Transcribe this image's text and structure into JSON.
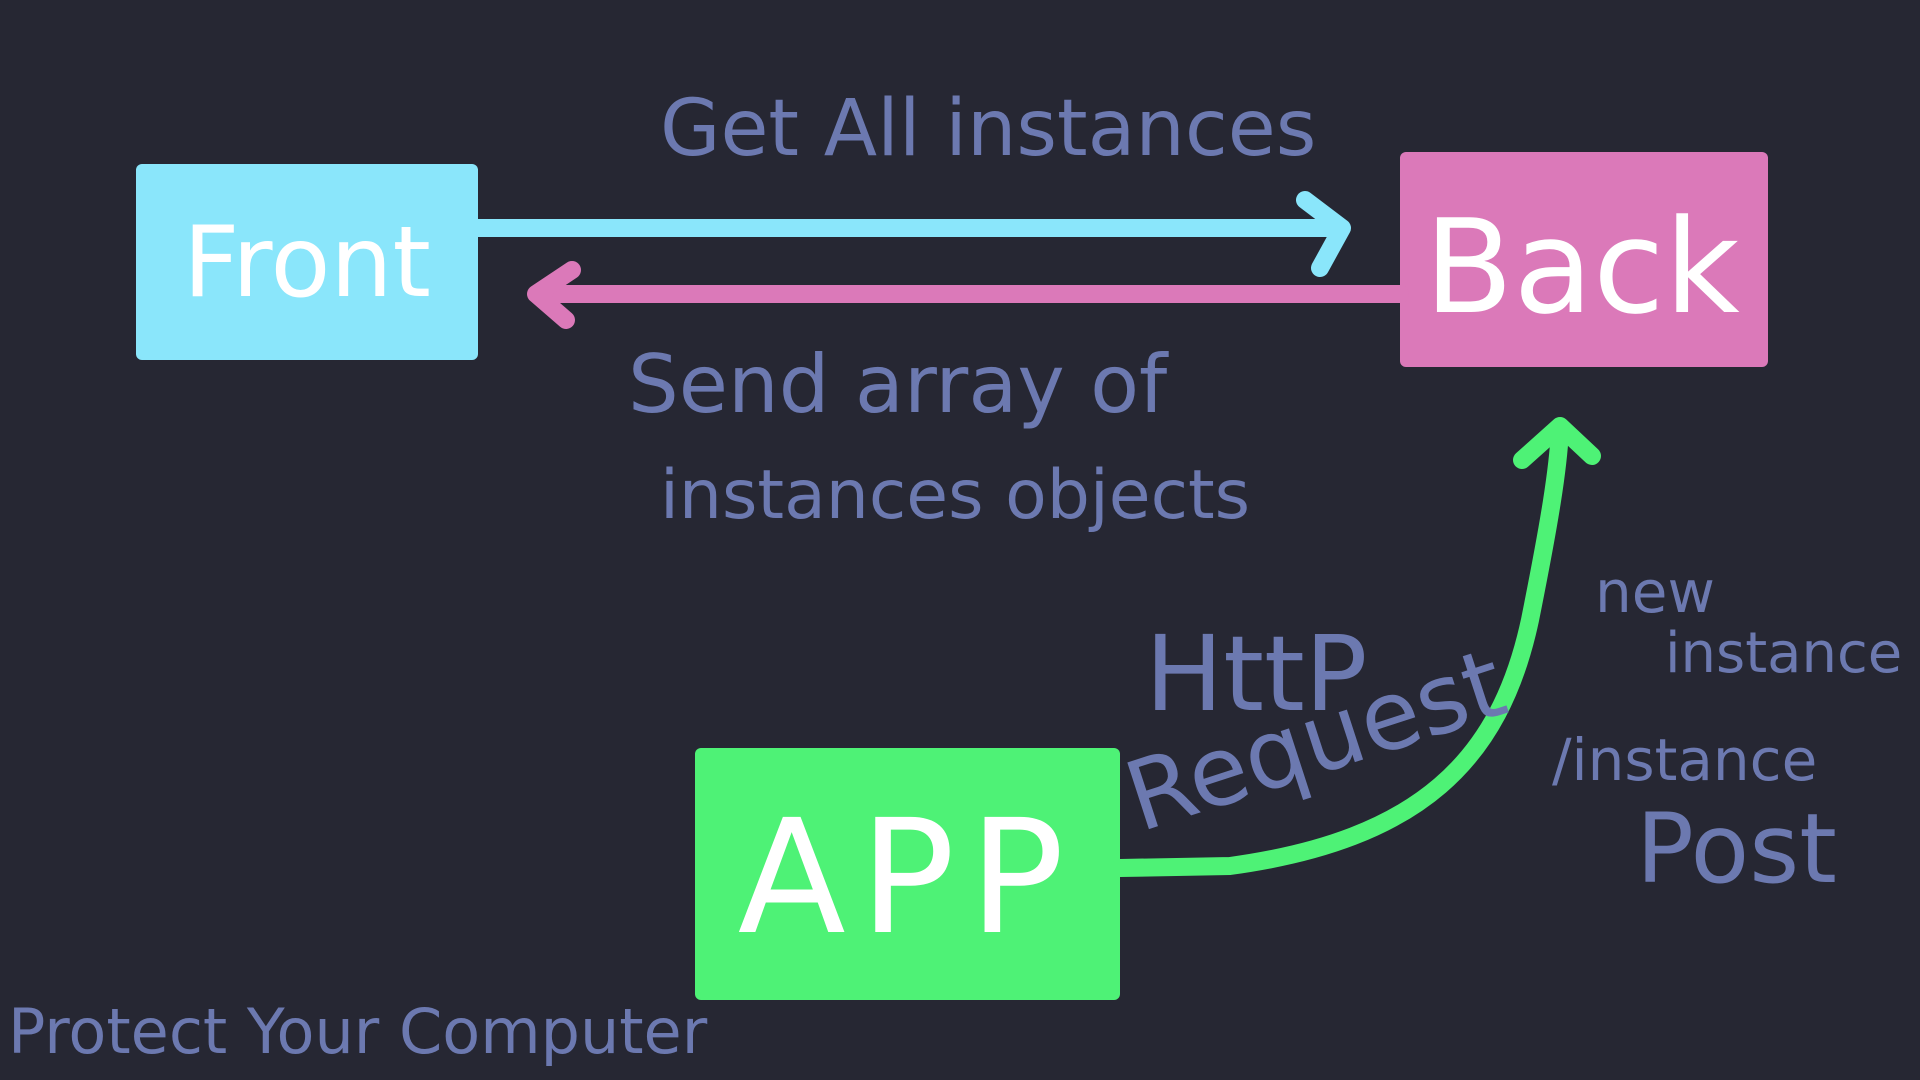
{
  "colors": {
    "background": "#262733",
    "front": "#8ae6fb",
    "back": "#db79b9",
    "app": "#4ef276",
    "label": "#6c79b0",
    "box_text": "#ffffff"
  },
  "nodes": {
    "front": {
      "label": "Front"
    },
    "back": {
      "label": "Back"
    },
    "app": {
      "label": "APP"
    }
  },
  "edges": {
    "get_all": {
      "from": "front",
      "to": "back",
      "label": "Get All instances"
    },
    "send_array": {
      "from": "back",
      "to": "front",
      "label_line1": "Send array of",
      "label_line2": "instances objects"
    },
    "http_request": {
      "from": "app",
      "to": "back",
      "label_line1": "HttP",
      "label_line2": "Request",
      "note_line1": "new",
      "note_line2": "instance",
      "route": "/instance",
      "method": "Post"
    }
  },
  "footer": {
    "text": "Protect Your Computer"
  }
}
